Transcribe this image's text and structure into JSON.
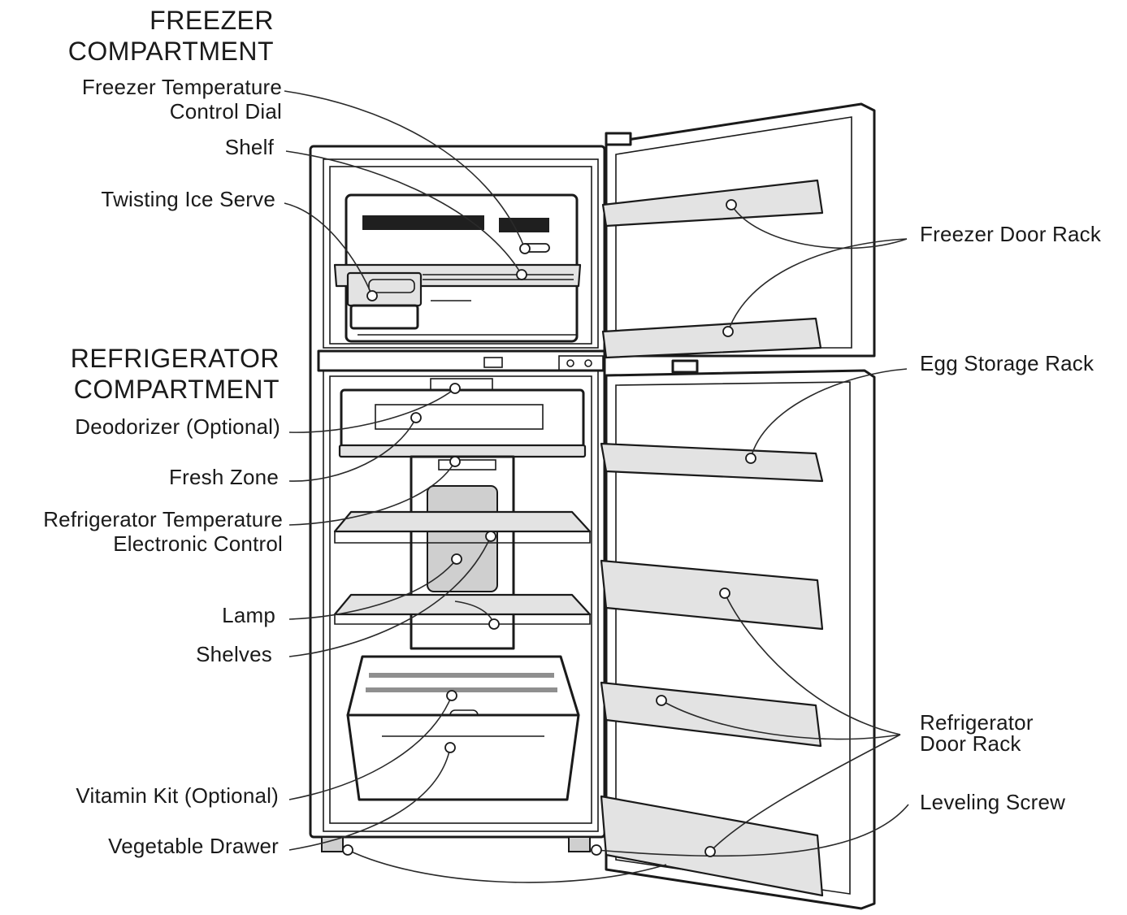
{
  "headings": {
    "freezer_line1": "FREEZER",
    "freezer_line2": "COMPARTMENT",
    "refrigerator_line1": "REFRIGERATOR",
    "refrigerator_line2": "COMPARTMENT"
  },
  "labels_left": {
    "freezer_temp_dial_line1": "Freezer Temperature",
    "freezer_temp_dial_line2": "Control Dial",
    "shelf": "Shelf",
    "twisting_ice_serve": "Twisting Ice Serve",
    "deodorizer": "Deodorizer (Optional)",
    "fresh_zone": "Fresh Zone",
    "fridge_temp_control_line1": "Refrigerator Temperature",
    "fridge_temp_control_line2": "Electronic Control",
    "lamp": "Lamp",
    "shelves": "Shelves",
    "vitamin_kit": "Vitamin Kit (Optional)",
    "vegetable_drawer": "Vegetable Drawer"
  },
  "labels_right": {
    "freezer_door_rack": "Freezer Door Rack",
    "egg_storage_rack": "Egg Storage Rack",
    "refrigerator_door_rack_line1": "Refrigerator",
    "refrigerator_door_rack_line2": "Door Rack",
    "leveling_screw": "Leveling Screw"
  }
}
